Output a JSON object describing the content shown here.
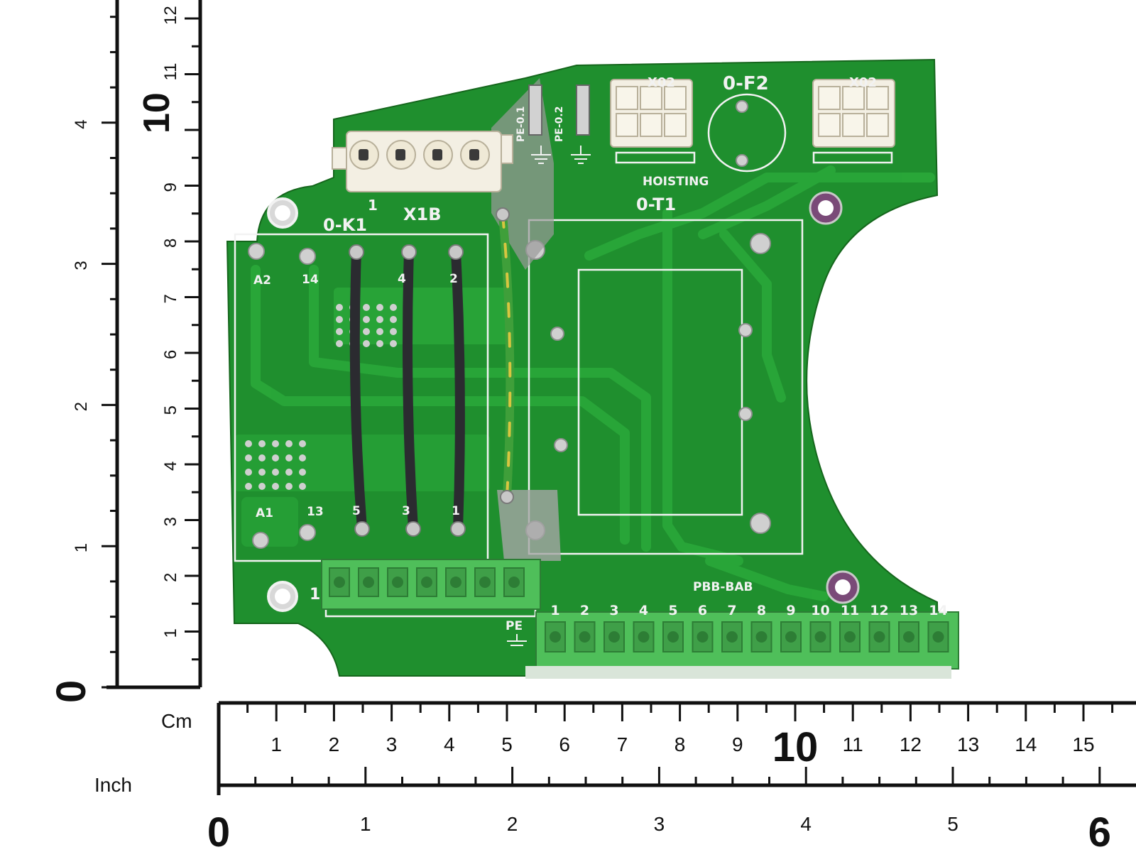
{
  "colors": {
    "pcb": "#1f8f2e",
    "pcb_dark": "#17771f",
    "trace": "#2aa83a",
    "silkscreen": "#f2f2f2",
    "connector_green": "#4fbf5a",
    "connector_white": "#f3efe3",
    "ruler_line": "#111111"
  },
  "ruler": {
    "unit_cm": "Cm",
    "unit_inch": "Inch",
    "vertical_cm_ticks": [
      "1",
      "2",
      "3",
      "4",
      "5",
      "6",
      "7",
      "8",
      "9",
      "10",
      "11",
      "12"
    ],
    "vertical_cm_big": "10",
    "vertical_inch_ticks": [
      "1",
      "2",
      "3",
      "4"
    ],
    "vertical_zero": "0",
    "horizontal_cm_ticks": [
      "1",
      "2",
      "3",
      "4",
      "5",
      "6",
      "7",
      "8",
      "9",
      "10",
      "11",
      "12",
      "13",
      "14",
      "15"
    ],
    "horizontal_inch_ticks": [
      "0",
      "1",
      "2",
      "3",
      "4",
      "5",
      "6"
    ]
  },
  "pcb_labels": {
    "k1": "0-K1",
    "x1b": "X1B",
    "x1b_pin": "1",
    "f2": "0-F2",
    "t1": "0-T1",
    "hoisting": "HOISTING",
    "pbb": "PBB-BAB",
    "pe1": "PE-0.1",
    "pe2": "PE-0.2",
    "pe": "PE",
    "x02_left": "X02",
    "x02_right": "X02",
    "a2": "A2",
    "n14": "14",
    "a1": "A1",
    "n13": "13",
    "left_term_1": "1",
    "k1_pin4": "4",
    "k1_pin2": "2",
    "k1_pin5": "5",
    "k1_pin3": "3",
    "k1_pin1": "1",
    "terminal_numbers": [
      "1",
      "2",
      "3",
      "4",
      "5",
      "6",
      "7",
      "8",
      "9",
      "10",
      "11",
      "12",
      "13",
      "14"
    ]
  }
}
